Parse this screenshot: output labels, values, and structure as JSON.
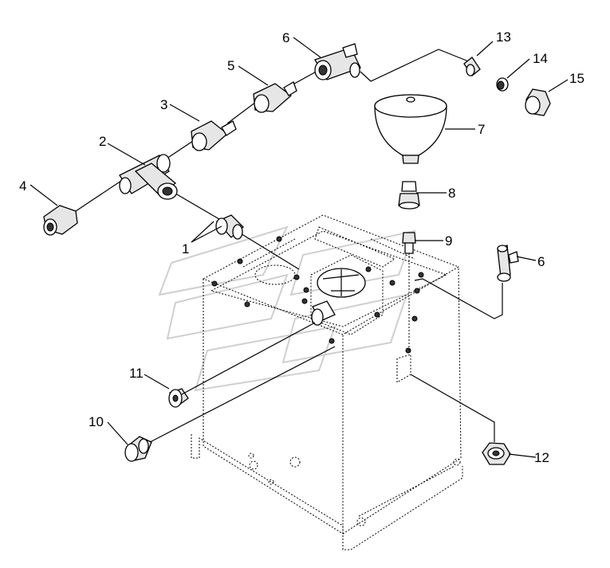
{
  "callouts": [
    {
      "id": "callout-1",
      "text": "1"
    },
    {
      "id": "callout-2",
      "text": "2"
    },
    {
      "id": "callout-3",
      "text": "3"
    },
    {
      "id": "callout-4",
      "text": "4"
    },
    {
      "id": "callout-5",
      "text": "5"
    },
    {
      "id": "callout-6a",
      "text": "6"
    },
    {
      "id": "callout-6b",
      "text": "6"
    },
    {
      "id": "callout-7",
      "text": "7"
    },
    {
      "id": "callout-8",
      "text": "8"
    },
    {
      "id": "callout-9",
      "text": "9"
    },
    {
      "id": "callout-10",
      "text": "10"
    },
    {
      "id": "callout-11",
      "text": "11"
    },
    {
      "id": "callout-12",
      "text": "12"
    },
    {
      "id": "callout-13",
      "text": "13"
    },
    {
      "id": "callout-14",
      "text": "14"
    },
    {
      "id": "callout-15",
      "text": "15"
    }
  ],
  "colors": {
    "line": "#000000",
    "background": "#ffffff",
    "shading": "#e6e6e6",
    "watermark": "#cfcfcf"
  }
}
